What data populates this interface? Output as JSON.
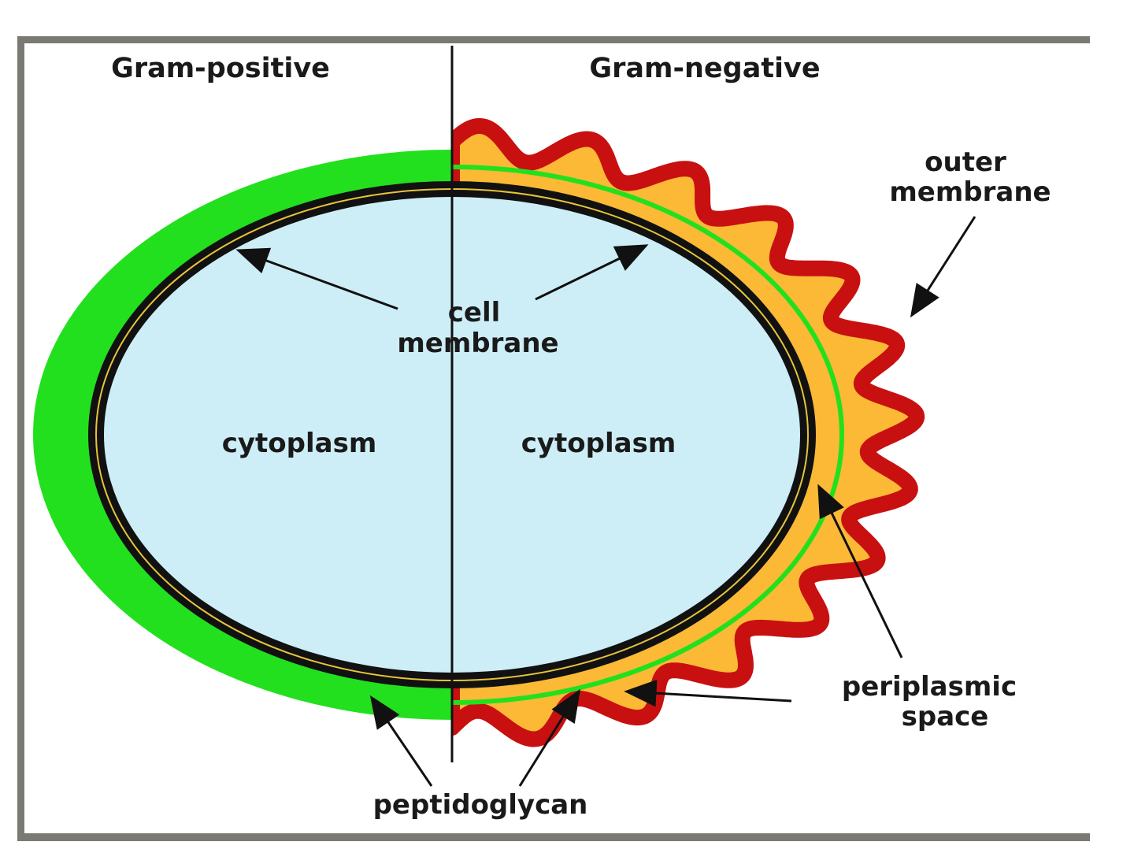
{
  "titles": {
    "left": "Gram-positive",
    "right": "Gram-negative"
  },
  "labels": {
    "outer_membrane_line1": "outer",
    "outer_membrane_line2": "membrane",
    "cell_membrane_line1": "cell",
    "cell_membrane_line2": "membrane",
    "cytoplasm_left": "cytoplasm",
    "cytoplasm_right": "cytoplasm",
    "periplasmic_line1": "periplasmic",
    "periplasmic_line2": "space",
    "peptidoglycan": "peptidoglycan"
  },
  "colors": {
    "frame": "#7a7a72",
    "peptidoglycan": "#22e01e",
    "cytoplasm": "#cdeef7",
    "membrane": "#111111",
    "membrane_inner": "#e6c43a",
    "outer_membrane": "#c81010",
    "periplasm": "#fbb935",
    "text": "#1a1a1a"
  }
}
